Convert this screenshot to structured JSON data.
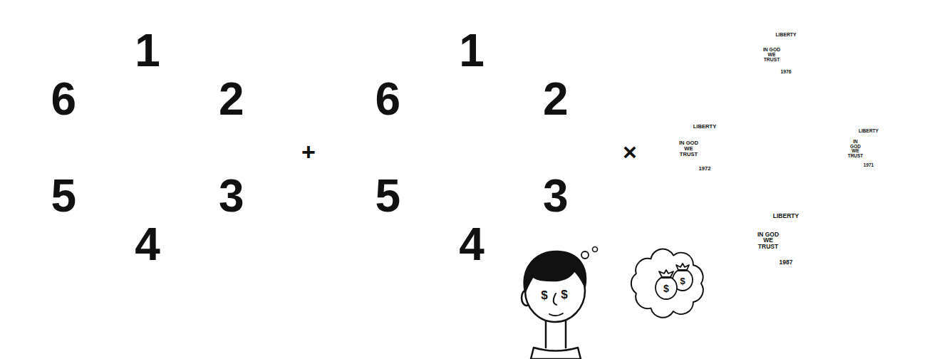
{
  "diagram": {
    "nodes": [
      {
        "text": [
          "1",
          "2",
          "3",
          "4",
          "5",
          "6"
        ]
      },
      {
        "text": [
          "1",
          "2",
          "3",
          "4",
          "5",
          "6"
        ]
      },
      {
        "text": []
      },
      {
        "text": [
          "IN GOD WE TRUST",
          "LIBERTY",
          "1976"
        ],
        "in": 2
      },
      {
        "text": [
          "IN GOD WE TRUST",
          "LIBERTY",
          "1972"
        ],
        "in": 2
      },
      {
        "text": [
          "LIBERTY",
          "IN GOD WE TRUST",
          "1971"
        ],
        "in": 2
      },
      {
        "text": [
          "LIBERTY",
          "IN GOD WE TRUST",
          "1987"
        ],
        "in": 2
      }
    ],
    "labels": [
      "+",
      "×",
      "$",
      "$",
      "$",
      "$"
    ]
  }
}
